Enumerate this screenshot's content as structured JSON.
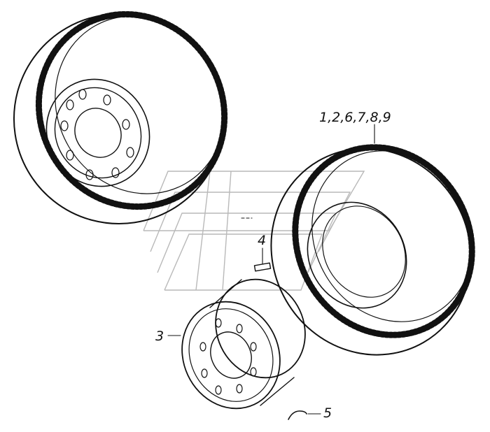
{
  "callouts": {
    "tire_parts": "1,2,6,7,8,9",
    "valve_part": "4",
    "rim_part": "3",
    "clip_part": "5"
  },
  "colors": {
    "ink": "#111111",
    "watermark": "#b9b9b9",
    "background": "#ffffff"
  },
  "icons": {
    "watermark": "stylized-road-logo"
  }
}
